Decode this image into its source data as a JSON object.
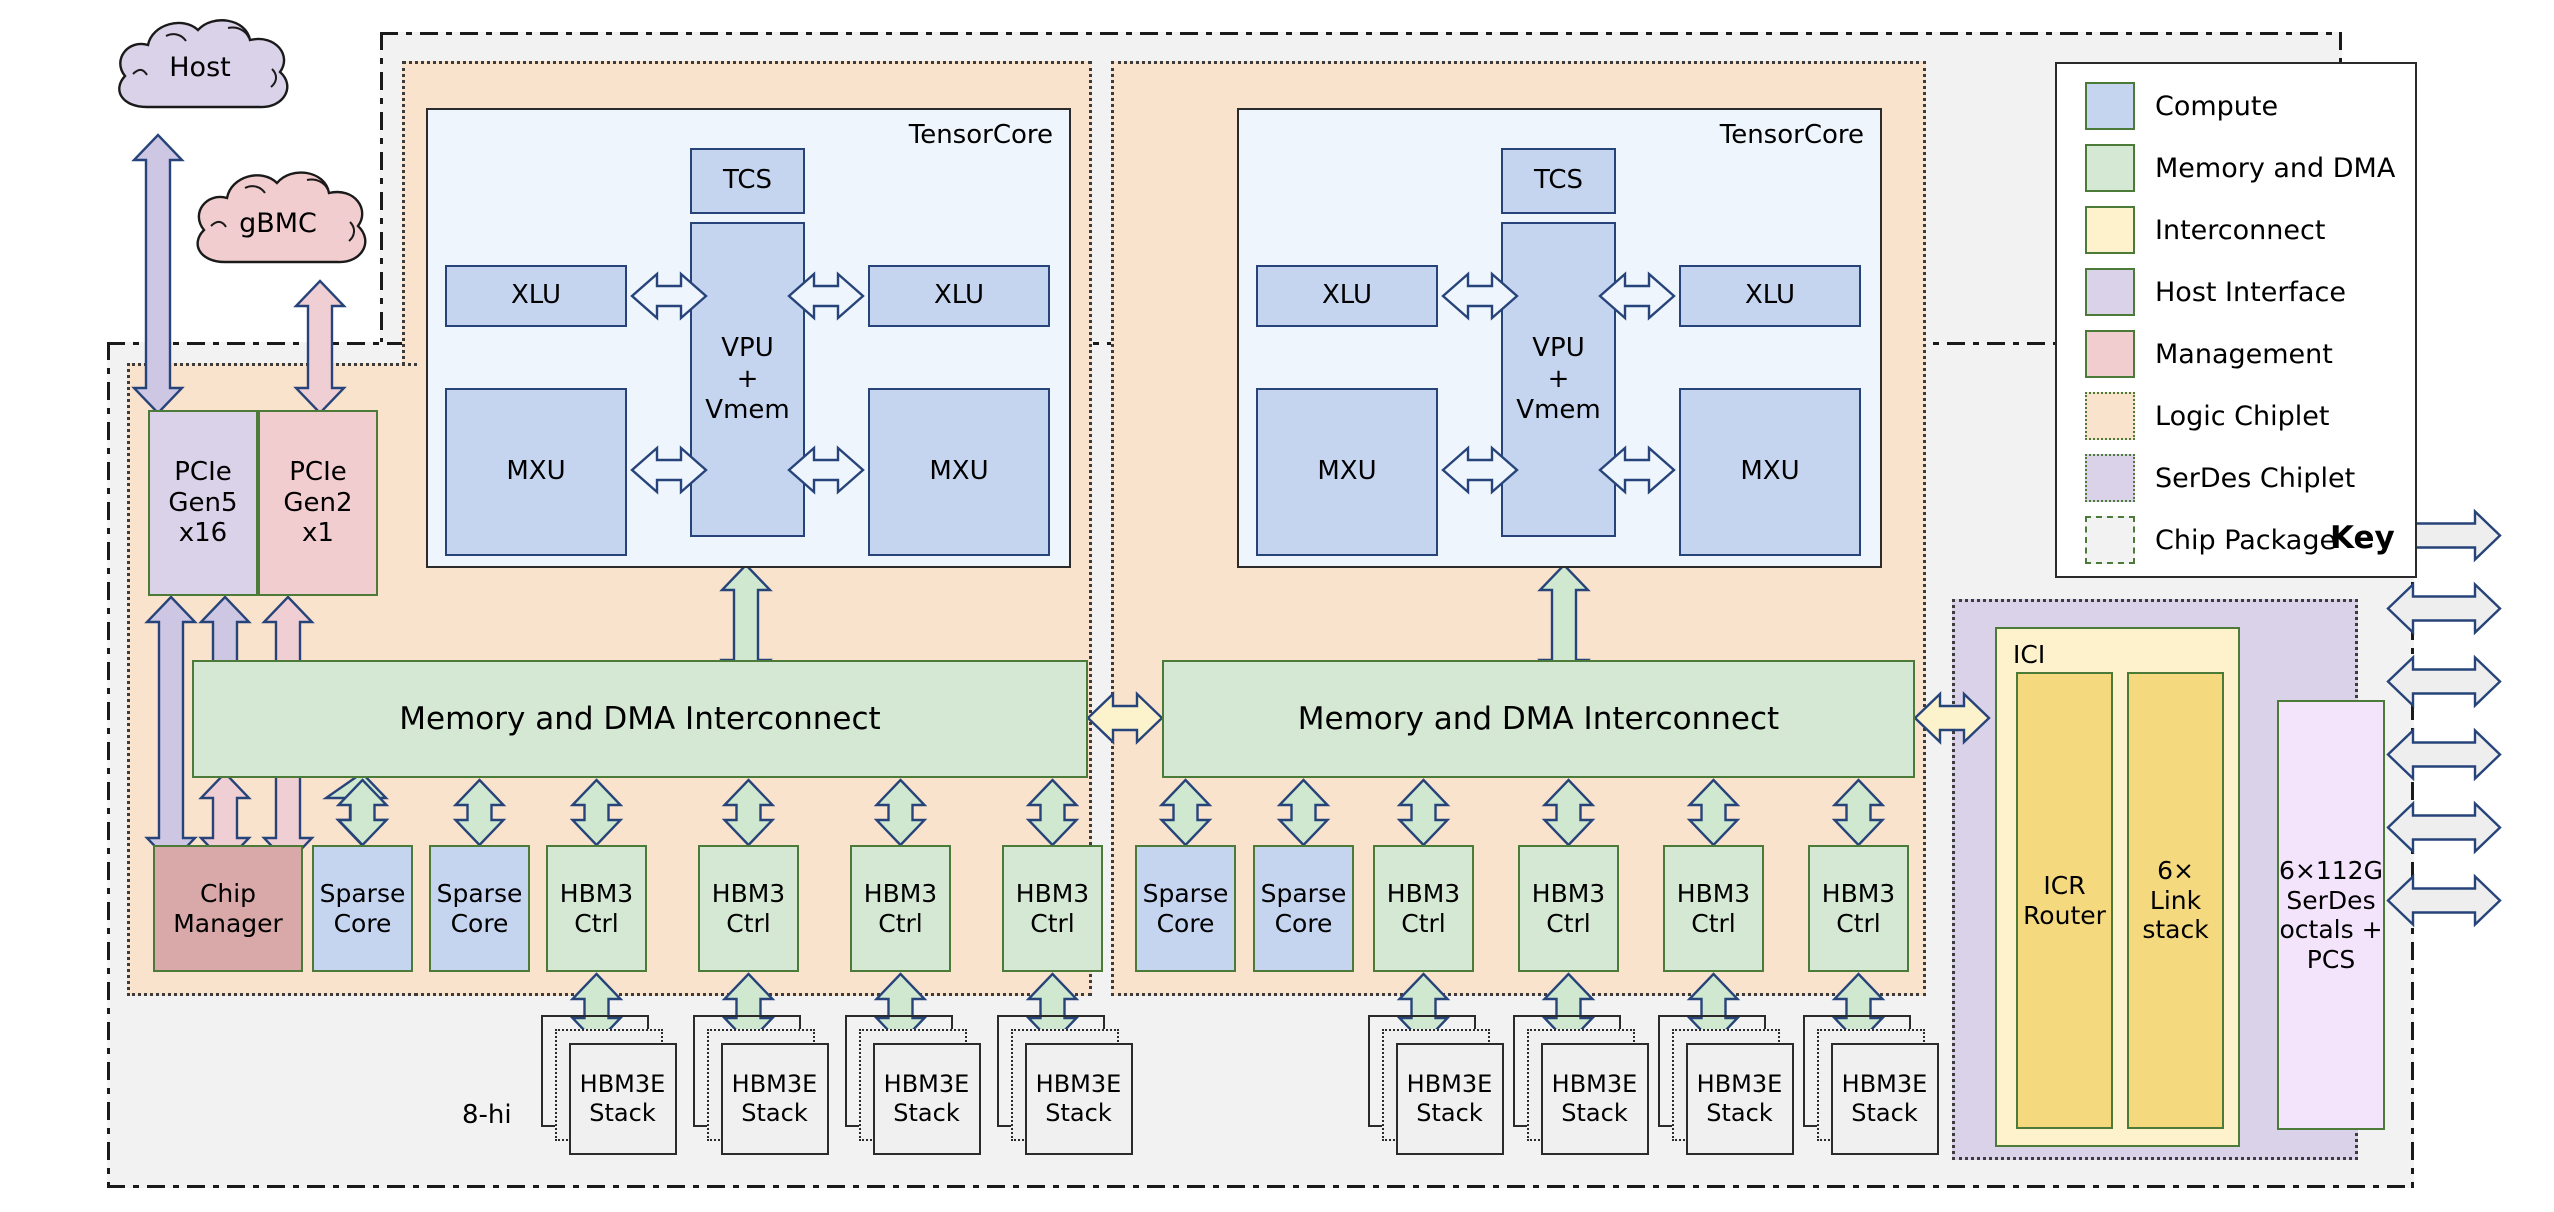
{
  "diagram": {
    "title": "TPU chip package block diagram",
    "note_8hi": "8-hi"
  },
  "clouds": [
    {
      "name": "host",
      "label": "Host",
      "color": "#d9d2e9"
    },
    {
      "name": "gbmc",
      "label": "gBMC",
      "color": "#f2cdd0"
    }
  ],
  "host_interface": {
    "pcie_gen5": "PCIe\nGen5\nx16",
    "pcie_gen5_lines": [
      "PCIe",
      "Gen5",
      "x16"
    ],
    "pcie_gen2_lines": [
      "PCIe",
      "Gen2",
      "x1"
    ]
  },
  "tensorcores": [
    {
      "label": "TensorCore",
      "tcs": "TCS",
      "vpu_lines": [
        "VPU",
        "+",
        "Vmem"
      ],
      "xlu_left": "XLU",
      "xlu_right": "XLU",
      "mxu_left": "MXU",
      "mxu_right": "MXU"
    },
    {
      "label": "TensorCore",
      "tcs": "TCS",
      "vpu_lines": [
        "VPU",
        "+",
        "Vmem"
      ],
      "xlu_left": "XLU",
      "xlu_right": "XLU",
      "mxu_left": "MXU",
      "mxu_right": "MXU"
    }
  ],
  "interconnects": [
    {
      "label": "Memory and DMA Interconnect"
    },
    {
      "label": "Memory and DMA Interconnect"
    }
  ],
  "bottom_row_left": [
    {
      "name": "chip-manager",
      "lines": [
        "Chip",
        "Manager"
      ],
      "kind": "mgmt"
    },
    {
      "name": "sparse-core",
      "lines": [
        "Sparse",
        "Core"
      ],
      "kind": "compute"
    },
    {
      "name": "sparse-core",
      "lines": [
        "Sparse",
        "Core"
      ],
      "kind": "compute"
    },
    {
      "name": "hbm3-ctrl",
      "lines": [
        "HBM3",
        "Ctrl"
      ],
      "kind": "memory"
    },
    {
      "name": "hbm3-ctrl",
      "lines": [
        "HBM3",
        "Ctrl"
      ],
      "kind": "memory"
    },
    {
      "name": "hbm3-ctrl",
      "lines": [
        "HBM3",
        "Ctrl"
      ],
      "kind": "memory"
    },
    {
      "name": "hbm3-ctrl",
      "lines": [
        "HBM3",
        "Ctrl"
      ],
      "kind": "memory"
    }
  ],
  "bottom_row_right": [
    {
      "name": "sparse-core",
      "lines": [
        "Sparse",
        "Core"
      ],
      "kind": "compute"
    },
    {
      "name": "sparse-core",
      "lines": [
        "Sparse",
        "Core"
      ],
      "kind": "compute"
    },
    {
      "name": "hbm3-ctrl",
      "lines": [
        "HBM3",
        "Ctrl"
      ],
      "kind": "memory"
    },
    {
      "name": "hbm3-ctrl",
      "lines": [
        "HBM3",
        "Ctrl"
      ],
      "kind": "memory"
    },
    {
      "name": "hbm3-ctrl",
      "lines": [
        "HBM3",
        "Ctrl"
      ],
      "kind": "memory"
    },
    {
      "name": "hbm3-ctrl",
      "lines": [
        "HBM3",
        "Ctrl"
      ],
      "kind": "memory"
    }
  ],
  "hbm_stacks": {
    "label_lines": [
      "HBM3E",
      "Stack"
    ],
    "count_left": 4,
    "count_right": 4
  },
  "ici": {
    "label": "ICI",
    "router_lines": [
      "ICR",
      "Router"
    ],
    "linkstack_lines": [
      "6×",
      "Link",
      "stack"
    ],
    "serdes_lines": [
      "6×112G",
      "SerDes",
      "octals +",
      "PCS"
    ],
    "external_link_count": 6
  },
  "key": {
    "title": "Key",
    "items": [
      {
        "label": "Compute",
        "color": "#c5d5f0",
        "style": "solid"
      },
      {
        "label": "Memory and DMA",
        "color": "#d5e8d4",
        "style": "solid"
      },
      {
        "label": "Interconnect",
        "color": "#fdf2cc",
        "style": "solid"
      },
      {
        "label": "Host Interface",
        "color": "#d9d2e9",
        "style": "solid"
      },
      {
        "label": "Management",
        "color": "#f2cdd0",
        "style": "solid"
      },
      {
        "label": "Logic Chiplet",
        "color": "#fae3cd",
        "style": "dotted"
      },
      {
        "label": "SerDes Chiplet",
        "color": "#d9d2e9",
        "style": "dotted"
      },
      {
        "label": "Chip Package",
        "color": "#f2f2f2",
        "style": "dashdot"
      }
    ]
  }
}
